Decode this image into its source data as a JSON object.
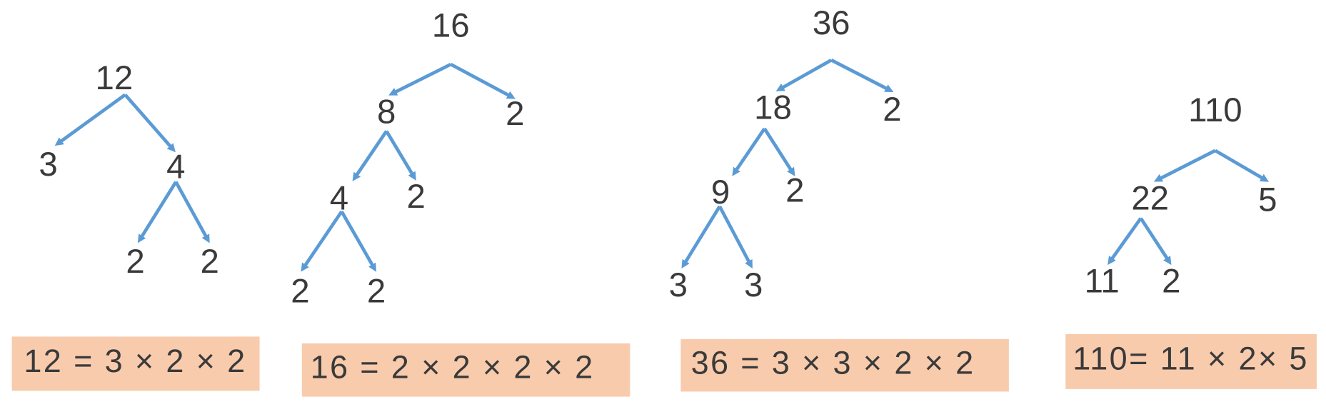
{
  "colors": {
    "arrow": "#5b9bd5",
    "box": "#f8cbad",
    "text": "#3a3a3a"
  },
  "trees": [
    {
      "root": "12",
      "n1": "3",
      "n2": "4",
      "n3": "2",
      "n4": "2",
      "equation": "12 = 3 × 2 × 2"
    },
    {
      "root": "16",
      "n1": "8",
      "n2": "2",
      "n3": "4",
      "n4": "2",
      "n5": "2",
      "n6": "2",
      "equation": "16 = 2 × 2 × 2 × 2"
    },
    {
      "root": "36",
      "n1": "18",
      "n2": "2",
      "n3": "9",
      "n4": "2",
      "n5": "3",
      "n6": "3",
      "equation": "36 = 3 × 3 × 2 × 2"
    },
    {
      "root": "110",
      "n1": "22",
      "n2": "5",
      "n3": "11",
      "n4": "2",
      "equation": "110= 11 × 2× 5"
    }
  ]
}
